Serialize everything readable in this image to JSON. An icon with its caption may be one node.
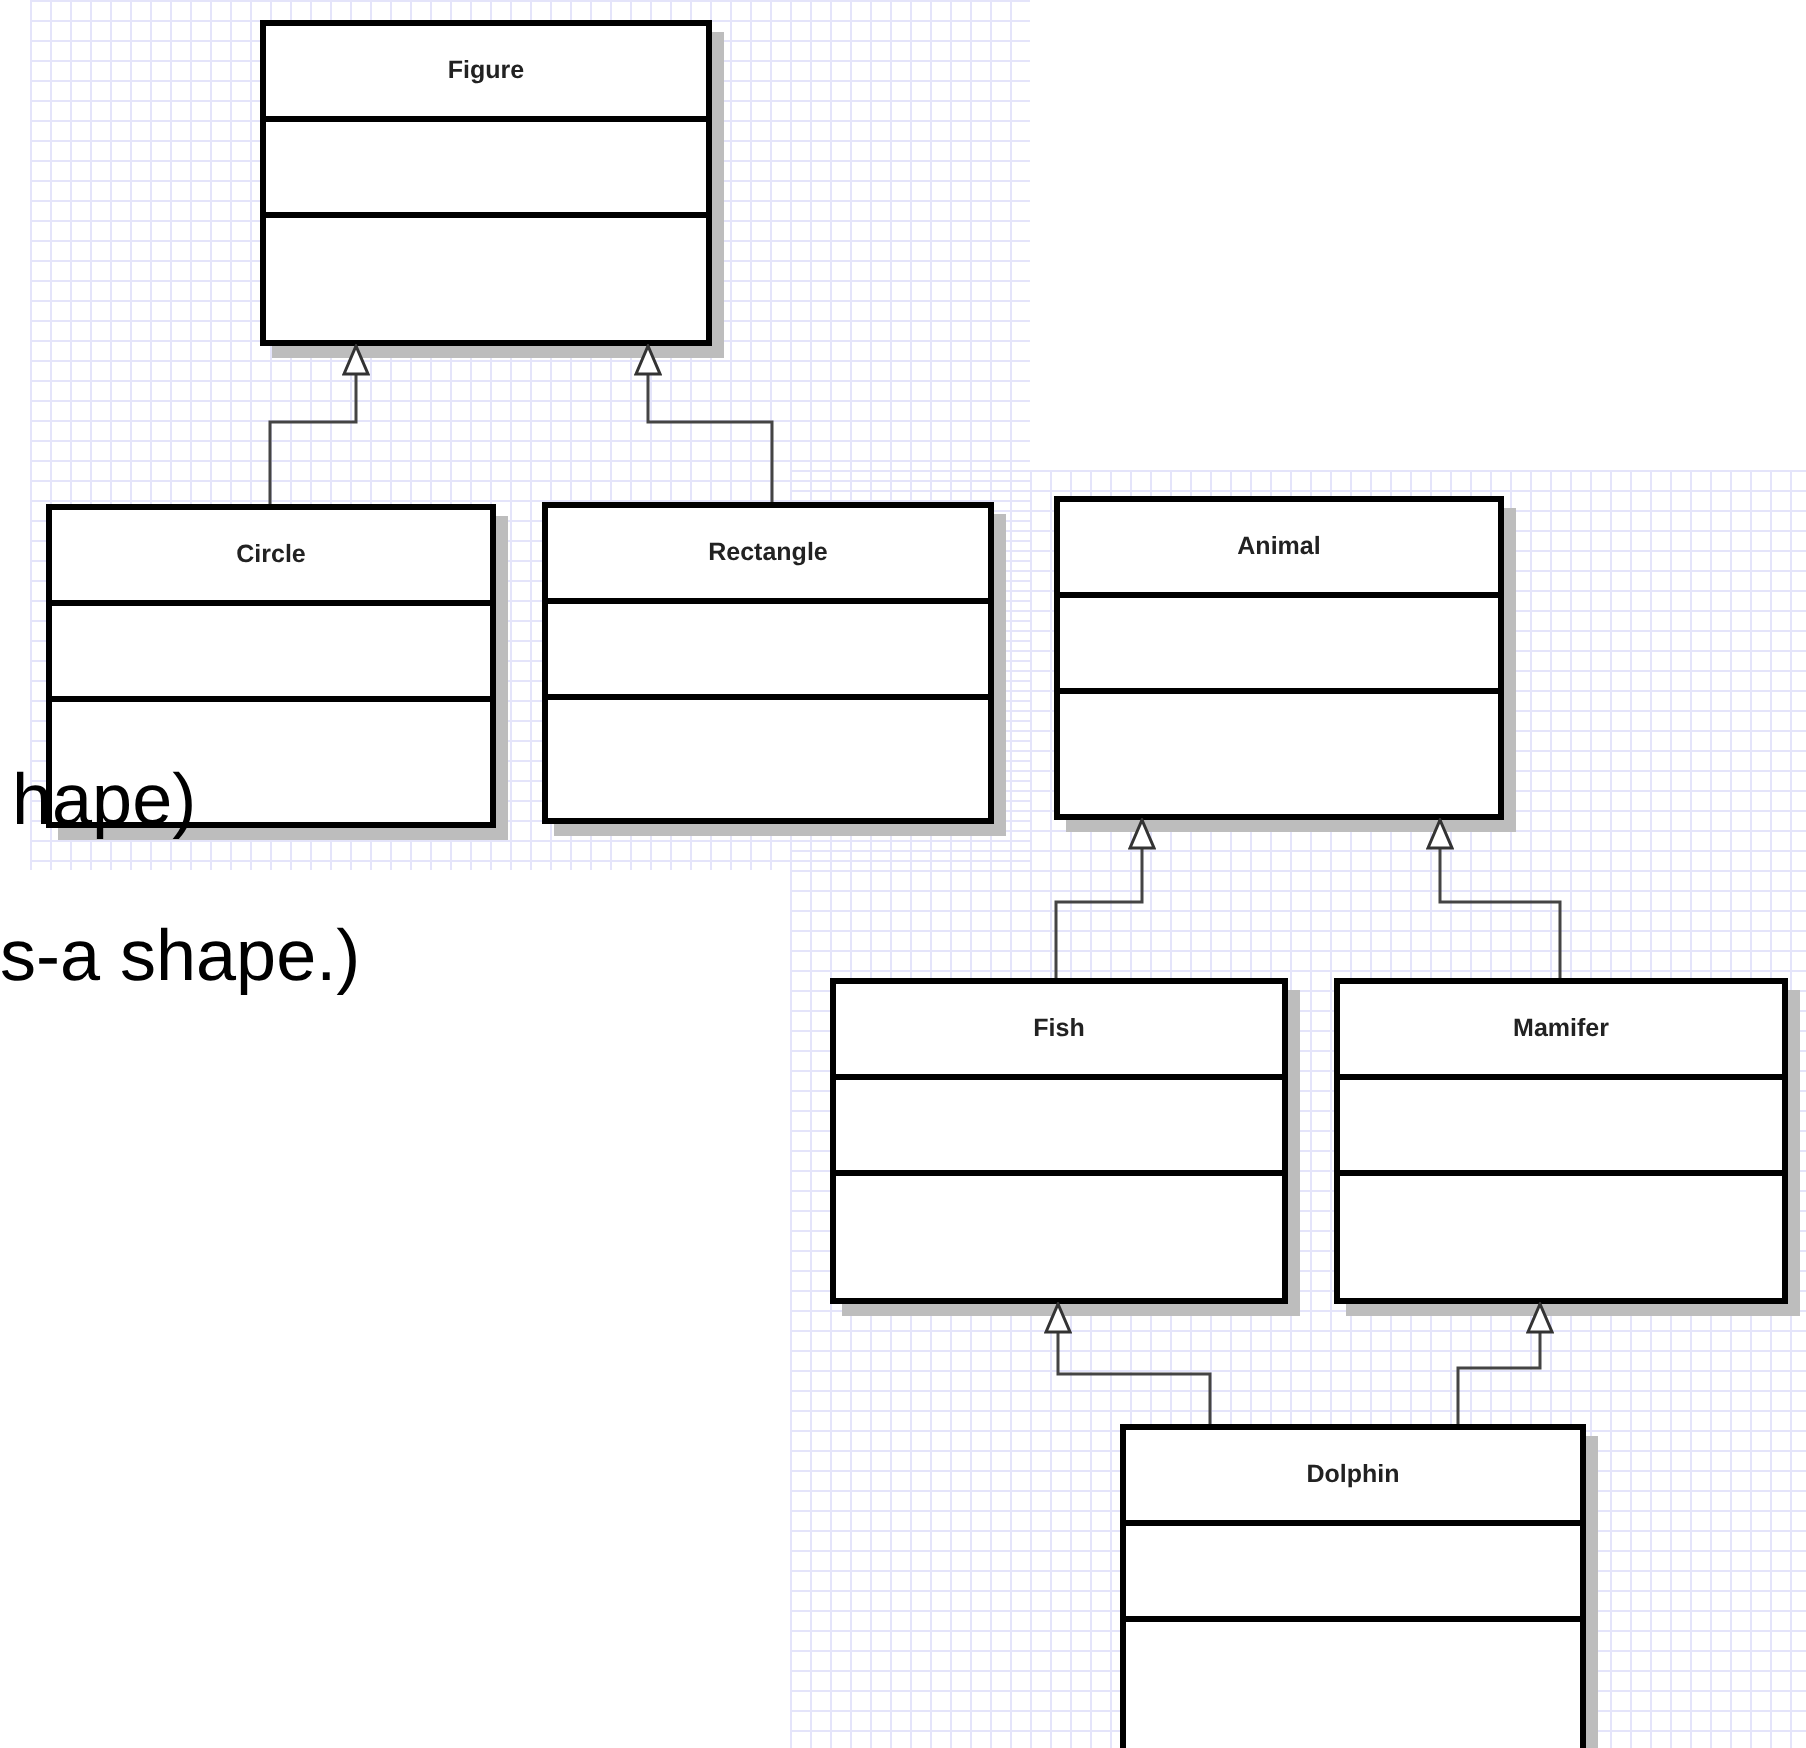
{
  "diagram": {
    "nodes": [
      {
        "text": [
          "Figure"
        ]
      },
      {
        "text": [
          "Circle"
        ]
      },
      {
        "text": [
          "Rectangle"
        ]
      },
      {
        "text": [
          "Animal"
        ]
      },
      {
        "text": [
          "Fish"
        ]
      },
      {
        "text": [
          "Mamifer"
        ]
      },
      {
        "text": [
          "Dolphin"
        ]
      }
    ],
    "edges": [
      {
        "from": 1,
        "to": 0,
        "arrow": "to"
      },
      {
        "from": 2,
        "to": 0,
        "arrow": "to"
      },
      {
        "from": 4,
        "to": 3,
        "arrow": "to"
      },
      {
        "from": 5,
        "to": 3,
        "arrow": "to"
      },
      {
        "from": 6,
        "to": 4,
        "arrow": "to"
      },
      {
        "from": 6,
        "to": 5,
        "arrow": "to"
      }
    ],
    "labels": [
      "hape)",
      "s-a shape.)"
    ]
  }
}
